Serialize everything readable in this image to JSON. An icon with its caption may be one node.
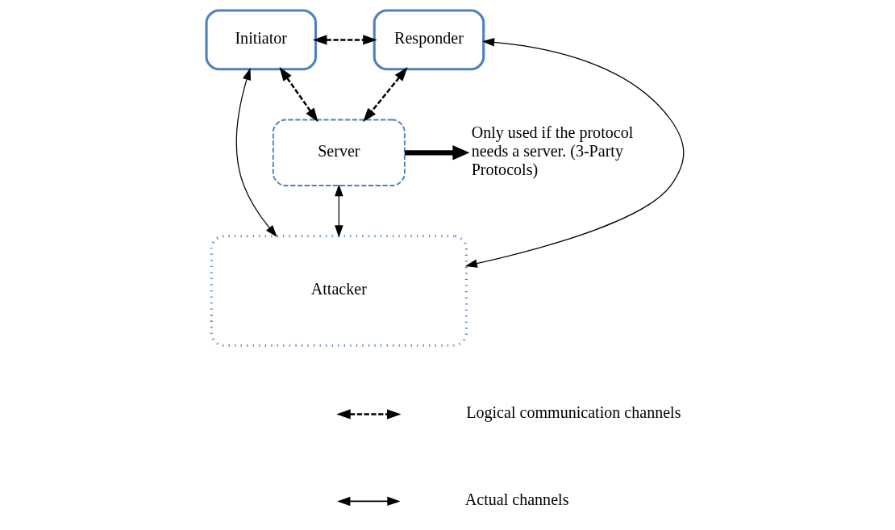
{
  "diagram": {
    "nodes": [
      {
        "text": [
          "Server"
        ]
      },
      {
        "text": [
          "Initiator"
        ]
      },
      {
        "text": [
          "Responder"
        ]
      },
      {
        "text": [
          "Attacker"
        ]
      },
      {
        "text": [
          "Only used if the protocol needs a server. (3-Party Protocols)"
        ]
      }
    ],
    "edges": [
      {
        "from": 1,
        "to": 2,
        "arrow": "both",
        "style": "dashed"
      },
      {
        "from": 1,
        "to": 0,
        "arrow": "both",
        "style": "dashed"
      },
      {
        "from": 2,
        "to": 0,
        "arrow": "both",
        "style": "dashed"
      },
      {
        "from": 1,
        "to": 3,
        "arrow": "both"
      },
      {
        "from": 2,
        "to": 3,
        "arrow": "both"
      },
      {
        "from": 0,
        "to": 3,
        "arrow": "both"
      },
      {
        "from": 0,
        "to": 4,
        "arrow": "to",
        "style": "thick"
      }
    ],
    "legend": [
      {
        "text": "Logical communication channels"
      },
      {
        "text": "Actual channels"
      }
    ]
  }
}
